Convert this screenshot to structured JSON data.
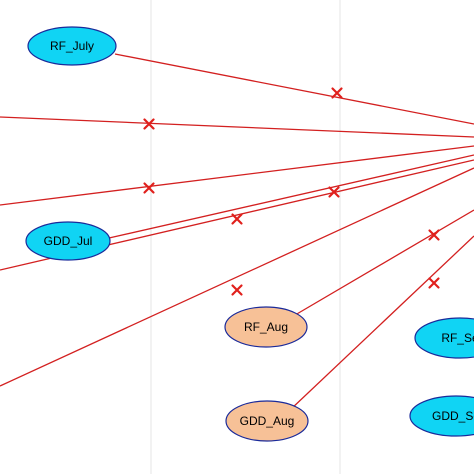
{
  "colors": {
    "edge": "#d32020",
    "marker": "#e0201c",
    "node_cyan_fill": "#10d4f4",
    "node_orange_fill": "#f7c197",
    "node_stroke": "#1a2a9a",
    "grid": "#e6e6e6"
  },
  "nodes": [
    {
      "id": "rf_july",
      "label": "RF_July",
      "style": "cyan"
    },
    {
      "id": "gdd_jul",
      "label": "GDD_Jul",
      "style": "cyan"
    },
    {
      "id": "rf_aug",
      "label": "RF_Aug",
      "style": "orange"
    },
    {
      "id": "gdd_aug",
      "label": "GDD_Aug",
      "style": "orange"
    },
    {
      "id": "rf_sep",
      "label": "RF_Se",
      "style": "cyan"
    },
    {
      "id": "gdd_sep",
      "label": "GDD_Se",
      "style": "cyan"
    }
  ],
  "edge_marker_icon": "cross-icon"
}
